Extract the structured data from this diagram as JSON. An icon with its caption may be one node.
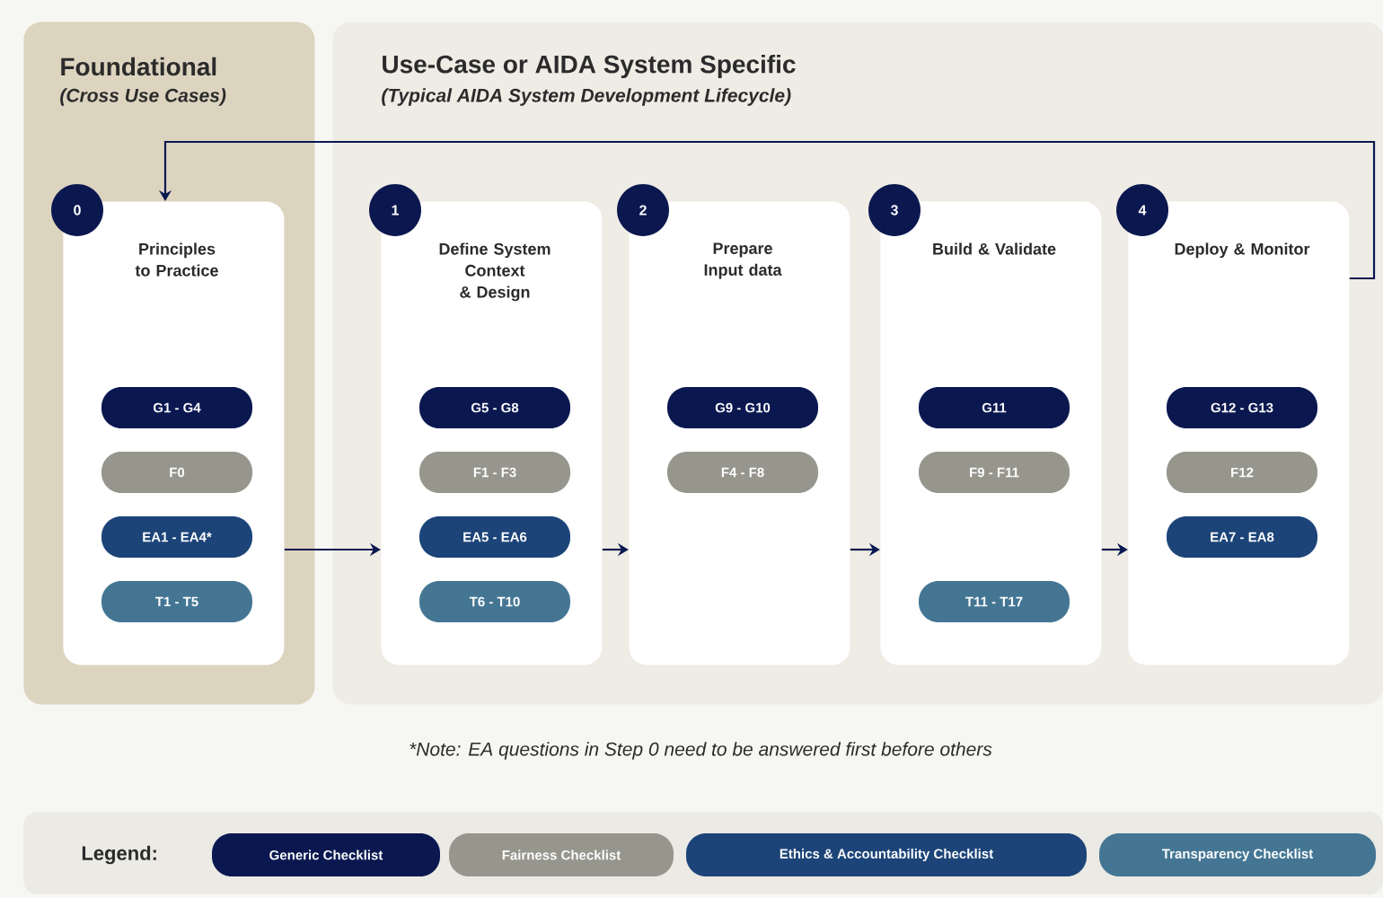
{
  "diagram": {
    "nodes": [
      {
        "text": [
          "Foundational",
          "(Cross Use Cases)"
        ]
      },
      {
        "text": [
          "Use-Case or AIDA System Specific",
          "(Typical AIDA System Development Lifecycle)"
        ]
      },
      {
        "text": [
          "0"
        ],
        "in": 0
      },
      {
        "text": [
          "Principles to Practice"
        ],
        "in": 0
      },
      {
        "text": [
          "G1 - G4"
        ],
        "in": 3
      },
      {
        "text": [
          "F0"
        ],
        "in": 3
      },
      {
        "text": [
          "EA1 - EA4*"
        ],
        "in": 3
      },
      {
        "text": [
          "T1 - T5"
        ],
        "in": 3
      },
      {
        "text": [
          "1"
        ],
        "in": 1
      },
      {
        "text": [
          "Define System Context & Design"
        ],
        "in": 1
      },
      {
        "text": [
          "G5 - G8"
        ],
        "in": 9
      },
      {
        "text": [
          "F1 - F3"
        ],
        "in": 9
      },
      {
        "text": [
          "EA5 - EA6"
        ],
        "in": 9
      },
      {
        "text": [
          "T6 - T10"
        ],
        "in": 9
      },
      {
        "text": [
          "2"
        ],
        "in": 1
      },
      {
        "text": [
          "Prepare Input data"
        ],
        "in": 1
      },
      {
        "text": [
          "G9 - G10"
        ],
        "in": 15
      },
      {
        "text": [
          "F4 - F8"
        ],
        "in": 15
      },
      {
        "text": [
          "3"
        ],
        "in": 1
      },
      {
        "text": [
          "Build & Validate"
        ],
        "in": 1
      },
      {
        "text": [
          "G11"
        ],
        "in": 19
      },
      {
        "text": [
          "F9 - F11"
        ],
        "in": 19
      },
      {
        "text": [
          "T11 - T17"
        ],
        "in": 19
      },
      {
        "text": [
          "4"
        ],
        "in": 1
      },
      {
        "text": [
          "Deploy & Monitor"
        ],
        "in": 1
      },
      {
        "text": [
          "G12 - G13"
        ],
        "in": 24
      },
      {
        "text": [
          "F12"
        ],
        "in": 24
      },
      {
        "text": [
          "EA7 - EA8"
        ],
        "in": 24
      }
    ],
    "edges": [
      {
        "from": 3,
        "to": 9,
        "arrow": "to"
      },
      {
        "from": 9,
        "to": 15,
        "arrow": "to"
      },
      {
        "from": 15,
        "to": 19,
        "arrow": "to"
      },
      {
        "from": 19,
        "to": 24,
        "arrow": "to"
      },
      {
        "from": 24,
        "to": 3,
        "arrow": "to"
      }
    ],
    "labels": [
      "*Note: EA questions in Step 0 need to be answered first before others",
      "Legend:"
    ],
    "legend": [
      {
        "text": "Generic Checklist",
        "color": "#0b1850"
      },
      {
        "text": "Fairness Checklist",
        "color": "#97968c"
      },
      {
        "text": "Ethics & Accountability Checklist",
        "color": "#1c4478"
      },
      {
        "text": "Transparency Checklist",
        "color": "#447694"
      }
    ]
  }
}
